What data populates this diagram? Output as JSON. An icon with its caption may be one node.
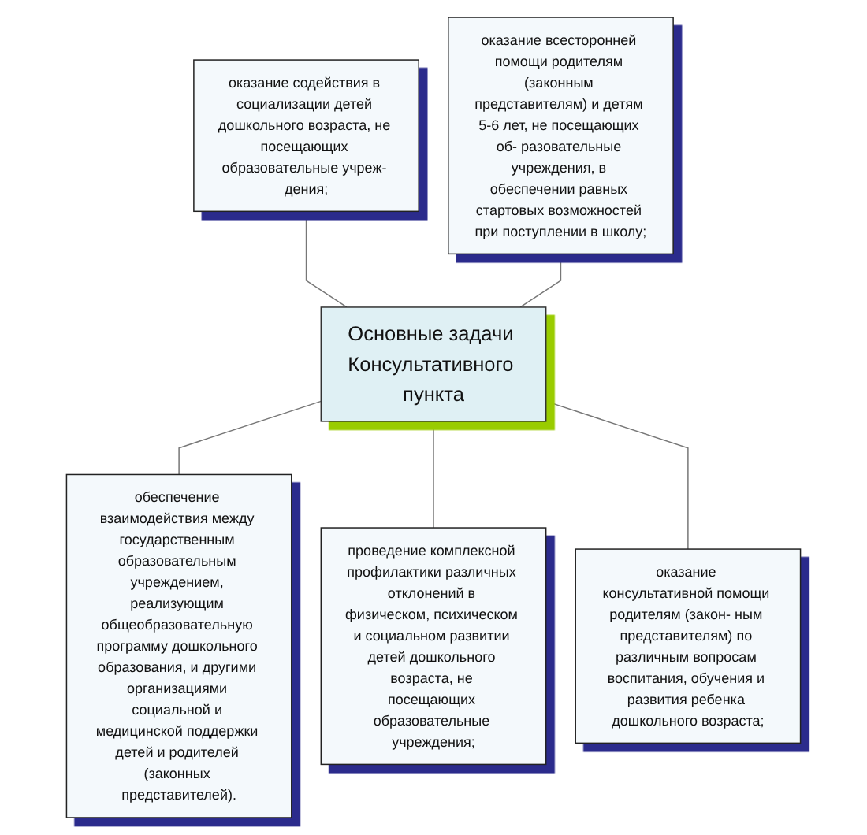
{
  "diagram": {
    "nodes": [
      {
        "text": [
          "оказание всесторонней помощи родителям (законным представителям) и детям 5-6 лет, не посещающих об- разовательные учреждения, в обеспечении равных стартовых возможностей при поступлении в школу;"
        ]
      },
      {
        "text": [
          "оказание содействия в социализации детей дошкольного возраста, не посещающих образовательные учреж- дения;"
        ]
      },
      {
        "text": [
          "Основные задачи Консультативного пункта"
        ]
      },
      {
        "text": [
          "оказание консультативной помощи родителям (закон- ным представителям) по различным вопросам воспитания, обучения и развития ребенка дошкольного возраста;"
        ]
      },
      {
        "text": [
          "обеспечение взаимодействия между государственным образовательным учреждением, реализующим общеобразовательную программу дошкольного образования, и другими организациями социальной и медицинской поддержки детей и родителей (законных представителей)."
        ]
      },
      {
        "text": [
          "проведение комплексной профилактики различных отклонений в физическом, психическом и социальном развитии детей дошкольного возраста, не посещающих образовательные учреждения;"
        ]
      }
    ],
    "edges": [
      {
        "from": 1,
        "to": 2,
        "arrow": "none"
      },
      {
        "from": 0,
        "to": 2,
        "arrow": "none"
      },
      {
        "from": 2,
        "to": 4,
        "arrow": "none"
      },
      {
        "from": 2,
        "to": 5,
        "arrow": "none"
      },
      {
        "from": 2,
        "to": 3,
        "arrow": "none"
      }
    ]
  }
}
